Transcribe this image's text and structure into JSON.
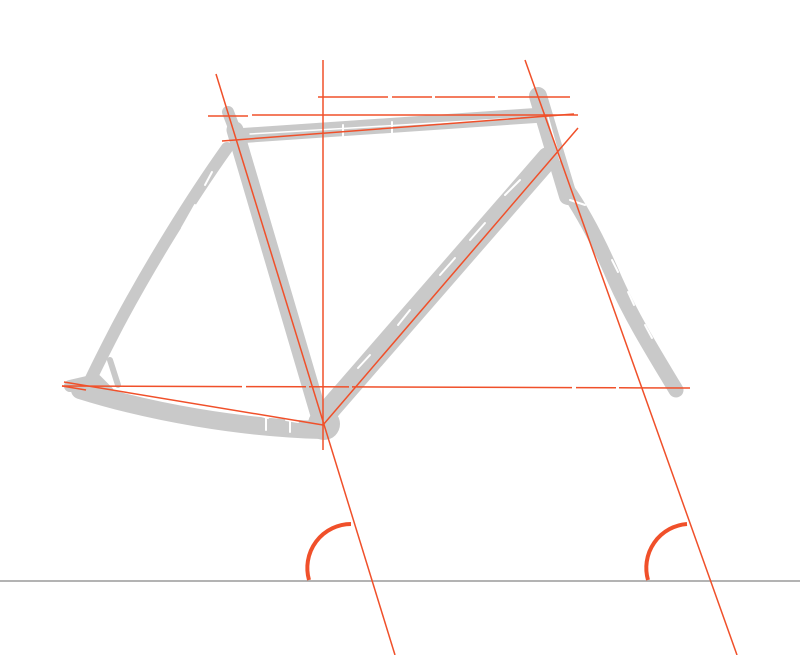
{
  "diagram": {
    "subject": "bicycle-frame-geometry",
    "colors": {
      "background": "#ffffff",
      "frame": "#c9c9c9",
      "frame_highlight": "#ffffff",
      "geometry_lines": "#f0502a",
      "ground": "#9a9a9a"
    },
    "angle_markers": [
      {
        "name": "seat-tube-angle"
      },
      {
        "name": "head-tube-angle"
      }
    ]
  }
}
